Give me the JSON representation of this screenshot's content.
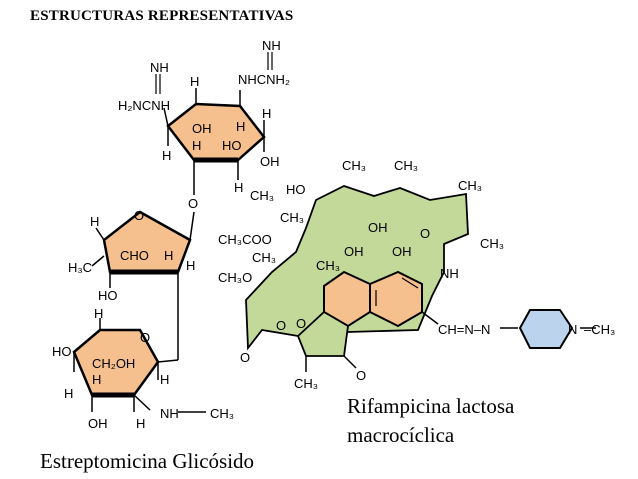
{
  "title": "ESTRUCTURAS REPRESENTATIVAS",
  "captions": {
    "rifampicina_line1": "Rifampicina lactosa",
    "rifampicina_line2": "macrocíclica",
    "estreptomicina": "Estreptomicina Glicósido"
  },
  "colors": {
    "ring_fill": "#f6c08e",
    "macrocycle_fill": "#c3d99a",
    "piperazine_fill": "#bcd3ee"
  },
  "atom_labels": {
    "strep_ring1": [
      "NH",
      "H₂NCNH",
      "H",
      "NH",
      "NHCNH₂",
      "OH",
      "H",
      "H",
      "HO",
      "H",
      "H",
      "OH",
      "H"
    ],
    "strep_ring2": [
      "O",
      "H",
      "CHO",
      "H",
      "H₃C",
      "H",
      "HO",
      "O"
    ],
    "strep_ring3": [
      "H",
      "O",
      "HO",
      "CH₂OH",
      "H",
      "H",
      "H",
      "OH",
      "H",
      "NH",
      "CH₃"
    ],
    "rifampicina": [
      "CH₃",
      "CH₃",
      "HO",
      "CH₃",
      "OH",
      "CH₃COO",
      "CH₃",
      "CH₃",
      "O",
      "CH₃O",
      "OH",
      "OH",
      "CH₃",
      "NH",
      "O",
      "O",
      "O",
      "CH₃",
      "O",
      "CH₃",
      "CH₃",
      "CH=N–N",
      "N",
      "–CH₃"
    ]
  }
}
